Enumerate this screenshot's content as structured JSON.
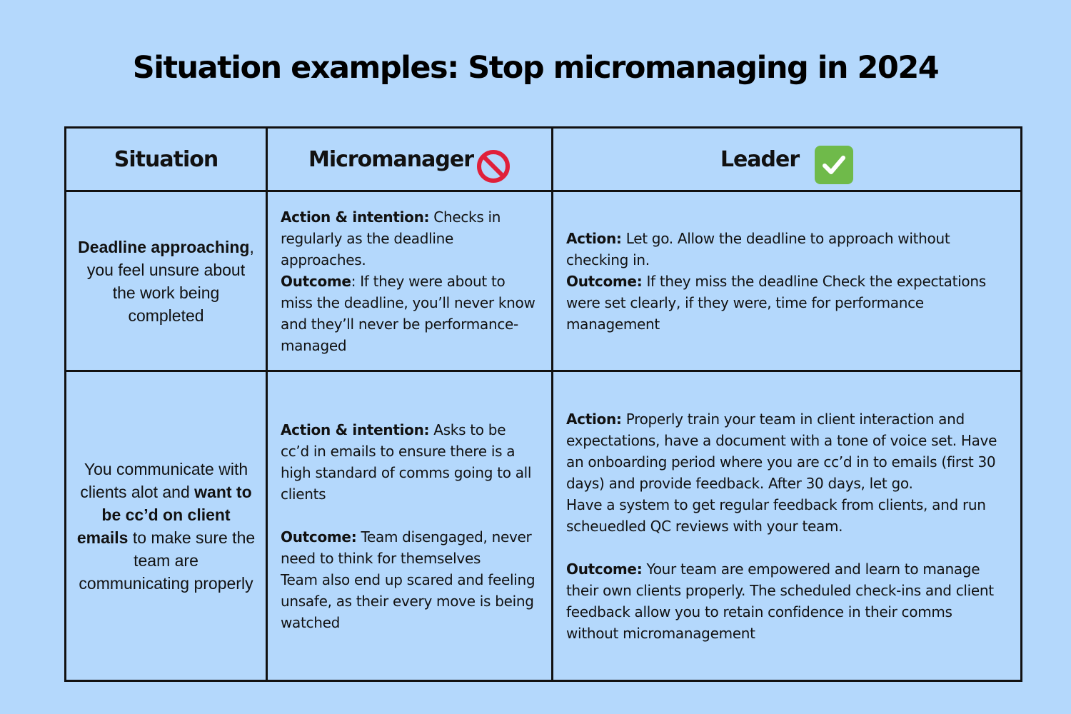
{
  "title": "Situation examples: Stop micromanaging in 2024",
  "headers": {
    "situation": "Situation",
    "micromanager": "Micromanager",
    "leader": "Leader"
  },
  "icons": {
    "micromanager": "prohibited-icon",
    "leader": "check-mark-button-icon"
  },
  "colors": {
    "background": "#b4d8fc",
    "border": "#111111",
    "prohibited": "#e0203a",
    "check": "#6fba4a"
  },
  "rows": [
    {
      "situation": {
        "bold": "Deadline approaching",
        "rest": ", you feel unsure about the work being completed"
      },
      "micromanager": {
        "action_label": "Action & intention:",
        "action_text": " Checks in regularly as the deadline approaches.",
        "outcome_label": "Outcome",
        "outcome_text": ": If they were about to miss the deadline, you’ll never know and they’ll never be performance-managed"
      },
      "leader": {
        "action_label": "Action:",
        "action_text": " Let go. Allow the deadline to approach without checking in.",
        "outcome_label": "Outcome:",
        "outcome_text": " If they miss the deadline Check the expectations were set clearly, if they were, time for performance management"
      }
    },
    {
      "situation": {
        "pre": "You communicate with clients alot and ",
        "bold": "want to be cc’d on client emails",
        "rest": " to make sure the team are communicating properly"
      },
      "micromanager": {
        "action_label": "Action & intention:",
        "action_text": " Asks to be cc’d in emails to ensure there is a high standard of comms going to all clients",
        "outcome_label": "Outcome:",
        "outcome_text": " Team disengaged, never need to think for themselves",
        "extra": "Team also end up scared and feeling unsafe, as their every move is being watched"
      },
      "leader": {
        "action_label": "Action:",
        "action_text": " Properly train your team in client interaction and expectations, have a document with a tone of voice set. Have an onboarding period where you are cc’d in to emails (first 30 days) and provide feedback. After 30 days, let go.",
        "extra": "Have a system to get regular feedback from clients, and run scheuedled QC reviews with your team.",
        "outcome_label": "Outcome:",
        "outcome_text": " Your team are empowered and learn to manage their own clients properly. The scheduled check-ins and client feedback allow you to retain confidence in their comms without micromanagement"
      }
    }
  ]
}
